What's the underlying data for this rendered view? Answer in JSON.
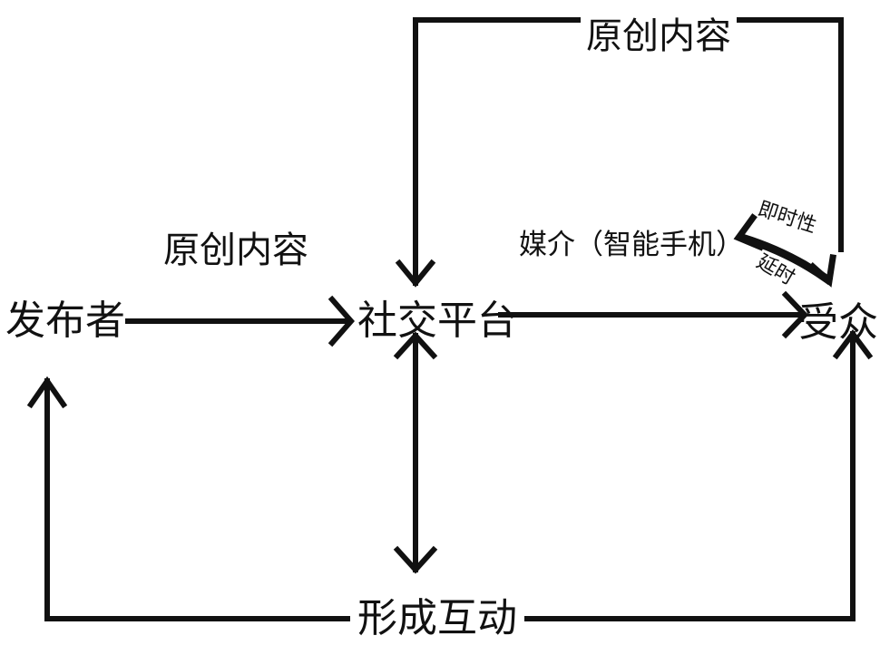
{
  "nodes": {
    "publisher": "发布者",
    "platform": "社交平台",
    "audience": "受众"
  },
  "edge_labels": {
    "top_loop": "原创内容",
    "publisher_to_platform": "原创内容",
    "bottom_loop": "形成互动",
    "medium": "媒介（智能手机）",
    "instant": "即时性",
    "delay": "延时"
  },
  "colors": {
    "line": "#111111",
    "background": "#ffffff"
  }
}
